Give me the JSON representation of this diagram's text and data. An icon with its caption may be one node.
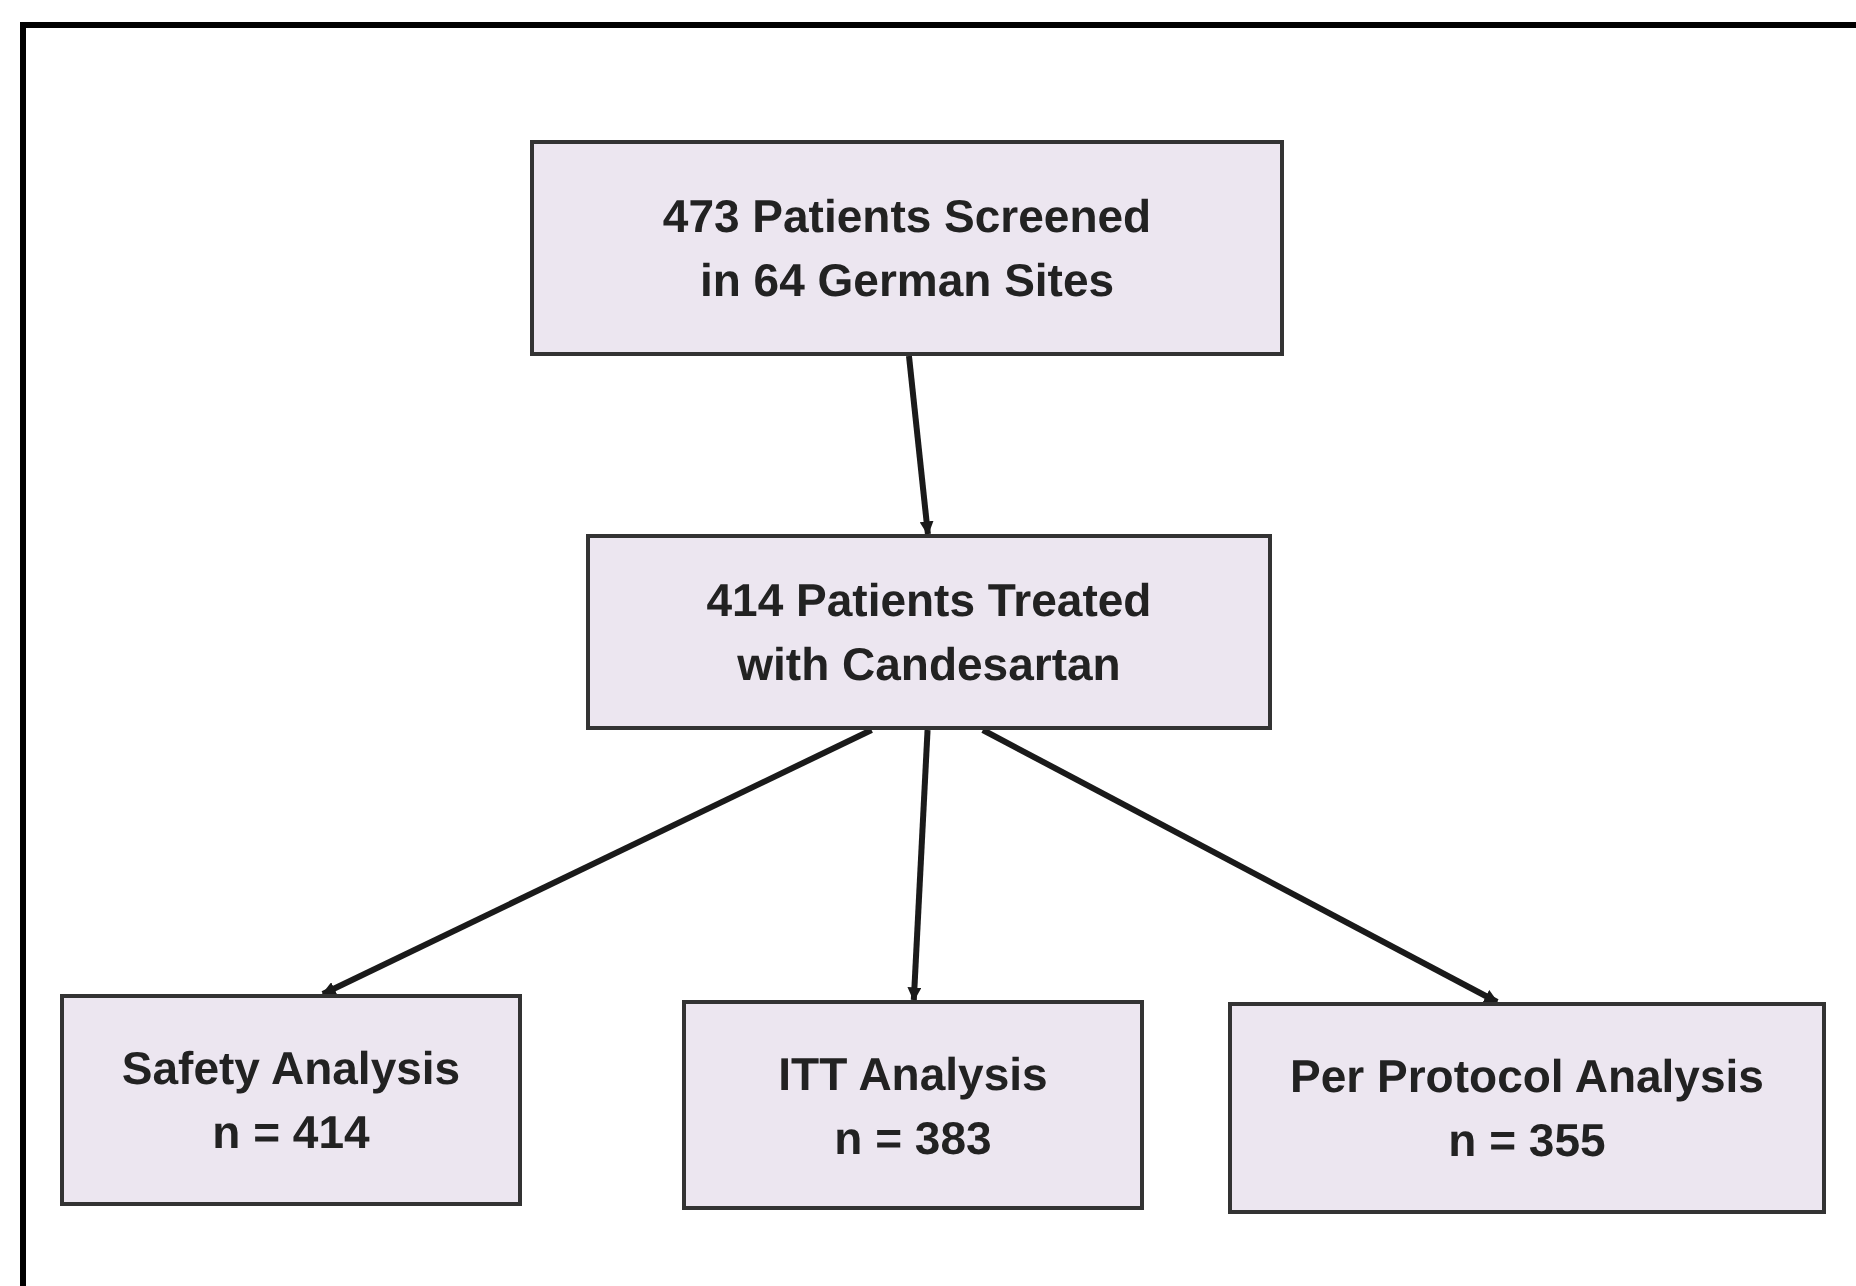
{
  "diagram": {
    "nodes": [
      {
        "text": [
          "473 Patients Screened in 64 German Sites"
        ]
      },
      {
        "text": [
          "414 Patients Treated with Candesartan"
        ]
      },
      {
        "text": [
          "Safety Analysis",
          "n = 414"
        ]
      },
      {
        "text": [
          "ITT Analysis",
          "n = 383"
        ]
      },
      {
        "text": [
          "Per Protocol Analysis",
          "n = 355"
        ]
      }
    ],
    "edges": [
      {
        "from": 0,
        "to": 1,
        "arrow": "to"
      },
      {
        "from": 1,
        "to": 2,
        "arrow": "to"
      },
      {
        "from": 1,
        "to": 3,
        "arrow": "to"
      },
      {
        "from": 1,
        "to": 4,
        "arrow": "to"
      }
    ]
  }
}
